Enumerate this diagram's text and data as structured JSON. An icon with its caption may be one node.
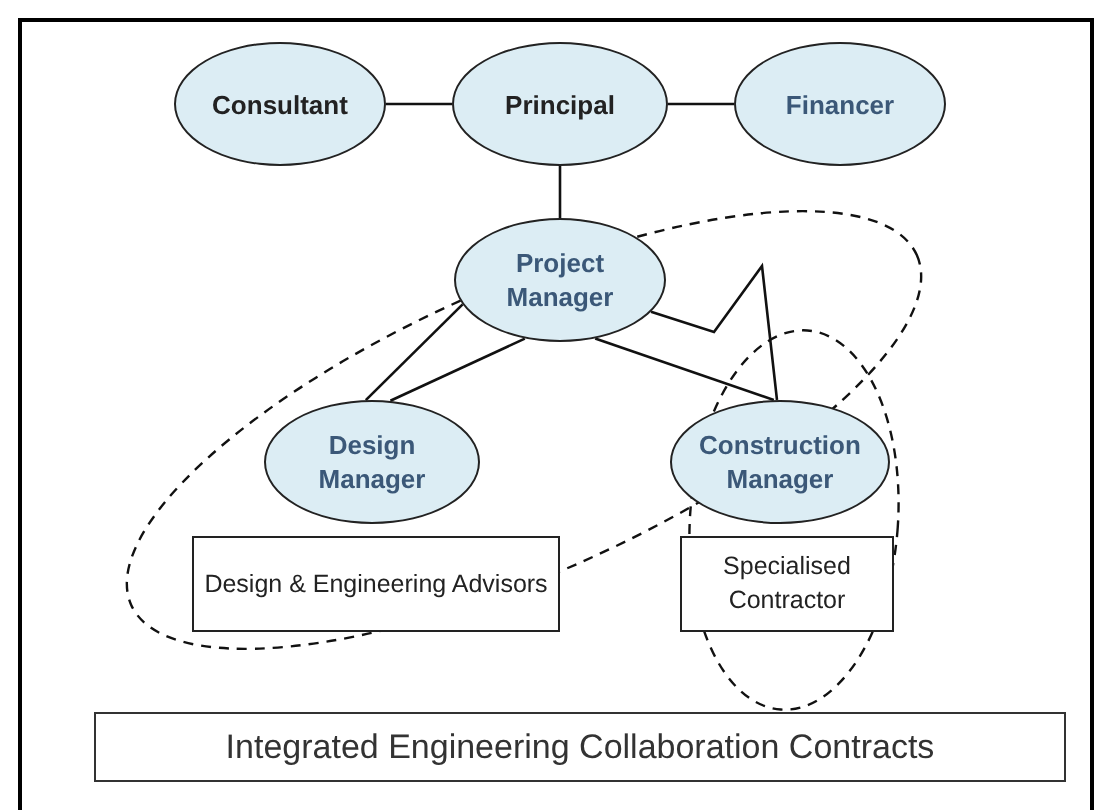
{
  "diagram": {
    "nodes": [
      {
        "text": [
          "Consultant"
        ]
      },
      {
        "text": [
          "Principal"
        ]
      },
      {
        "text": [
          "Financer"
        ]
      },
      {
        "text": [
          "Project Manager"
        ]
      },
      {
        "text": [
          "Design Manager"
        ]
      },
      {
        "text": [
          "Construction Manager"
        ]
      },
      {
        "text": [
          "Design & Engineering Advisors"
        ]
      },
      {
        "text": [
          "Specialised Contractor"
        ]
      },
      {
        "text": [
          "Integrated Engineering Collaboration Contracts"
        ]
      }
    ],
    "edges": [
      {
        "from": 0,
        "to": 1,
        "arrow": "none"
      },
      {
        "from": 1,
        "to": 2,
        "arrow": "none"
      },
      {
        "from": 1,
        "to": 3,
        "arrow": "none"
      },
      {
        "from": 3,
        "to": 4,
        "arrow": "none"
      },
      {
        "from": 3,
        "to": 4,
        "arrow": "none"
      },
      {
        "from": 3,
        "to": 5,
        "arrow": "none"
      },
      {
        "from": 3,
        "to": 5,
        "arrow": "none"
      }
    ]
  }
}
